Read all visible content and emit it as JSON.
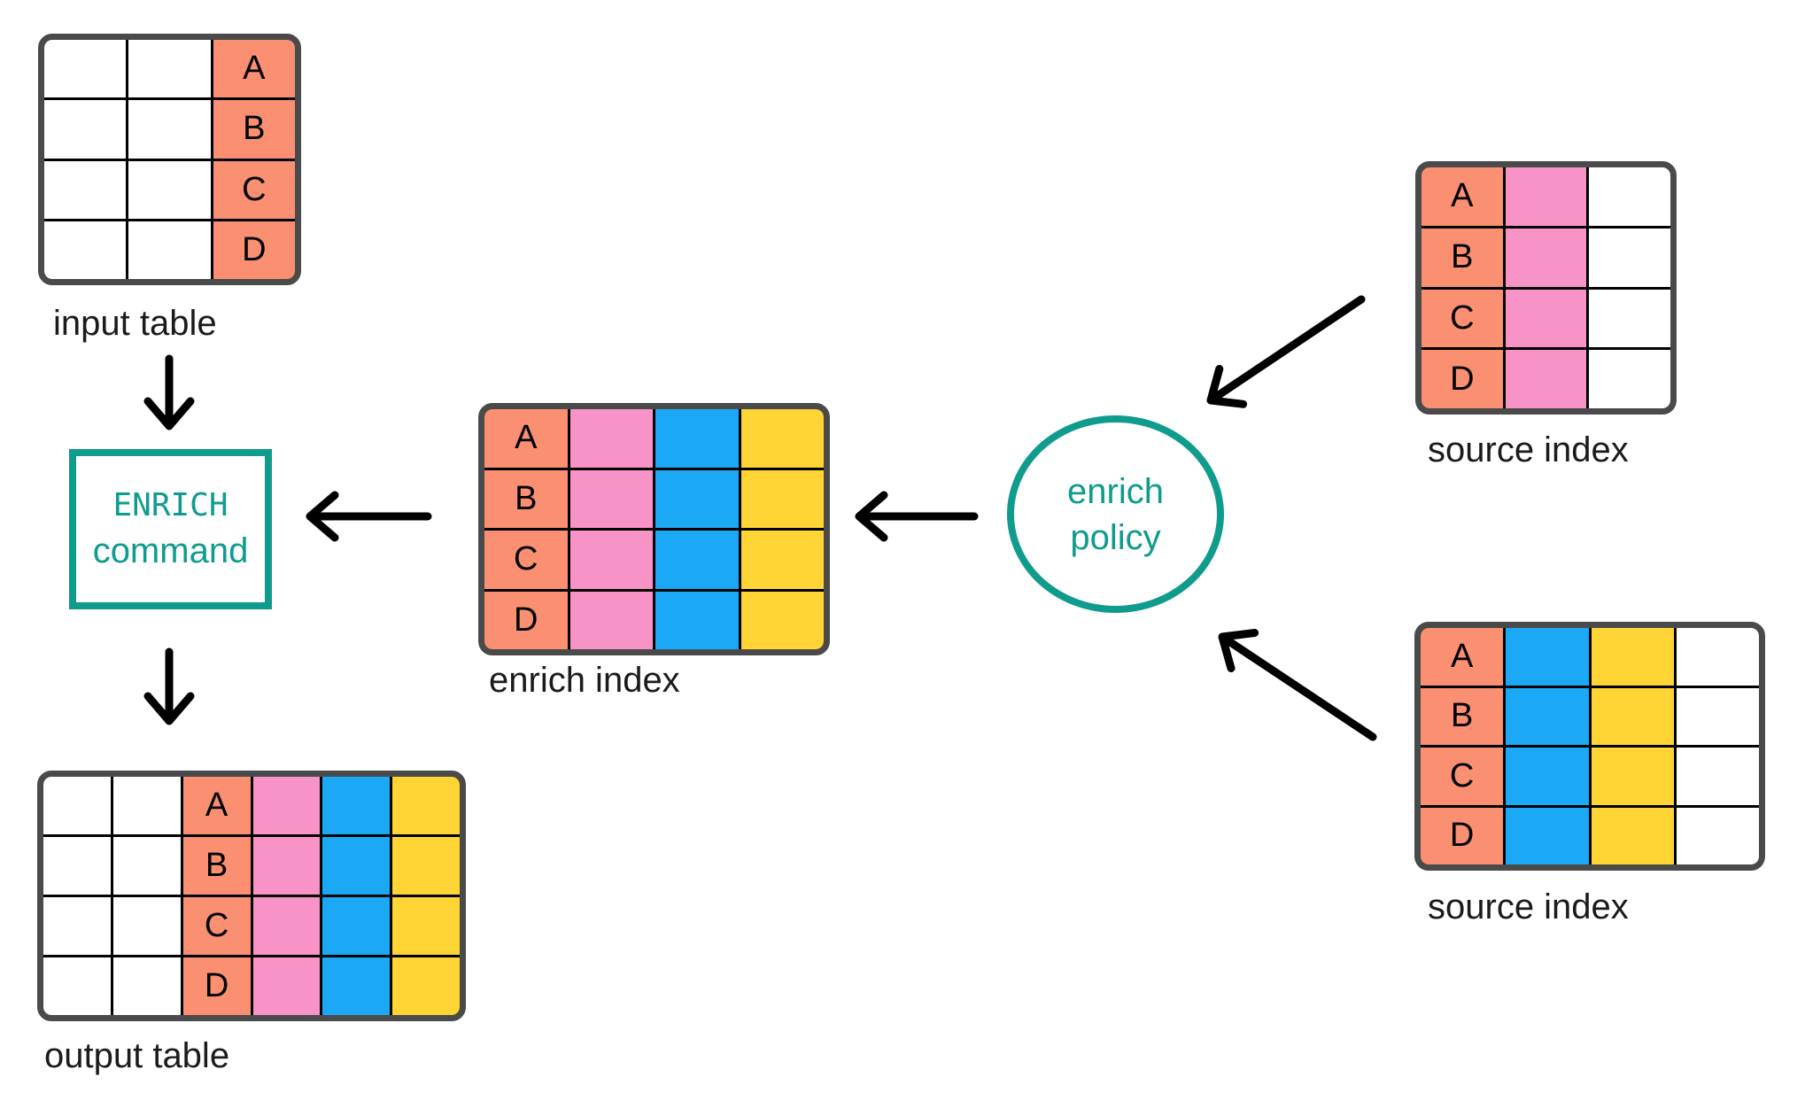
{
  "colors": {
    "teal": "#0F9C8D",
    "salmon": "#FA8F72",
    "pink": "#F793C6",
    "blue": "#1BA9F5",
    "yellow": "#FFD435",
    "table-border": "#4A4A4A",
    "grid-line": "#000000",
    "arrow": "#000000",
    "label": "#1B1B1B"
  },
  "nodes": {
    "input_table": {
      "label": "input table",
      "keys": [
        "A",
        "B",
        "C",
        "D"
      ]
    },
    "enrich_command": {
      "line1": "ENRICH",
      "line2": "command"
    },
    "output_table": {
      "label": "output table",
      "keys": [
        "A",
        "B",
        "C",
        "D"
      ]
    },
    "enrich_index": {
      "label": "enrich index",
      "keys": [
        "A",
        "B",
        "C",
        "D"
      ]
    },
    "enrich_policy": {
      "line1": "enrich",
      "line2": "policy"
    },
    "source_index_top": {
      "label": "source index",
      "keys": [
        "A",
        "B",
        "C",
        "D"
      ]
    },
    "source_index_bottom": {
      "label": "source index",
      "keys": [
        "A",
        "B",
        "C",
        "D"
      ]
    }
  }
}
